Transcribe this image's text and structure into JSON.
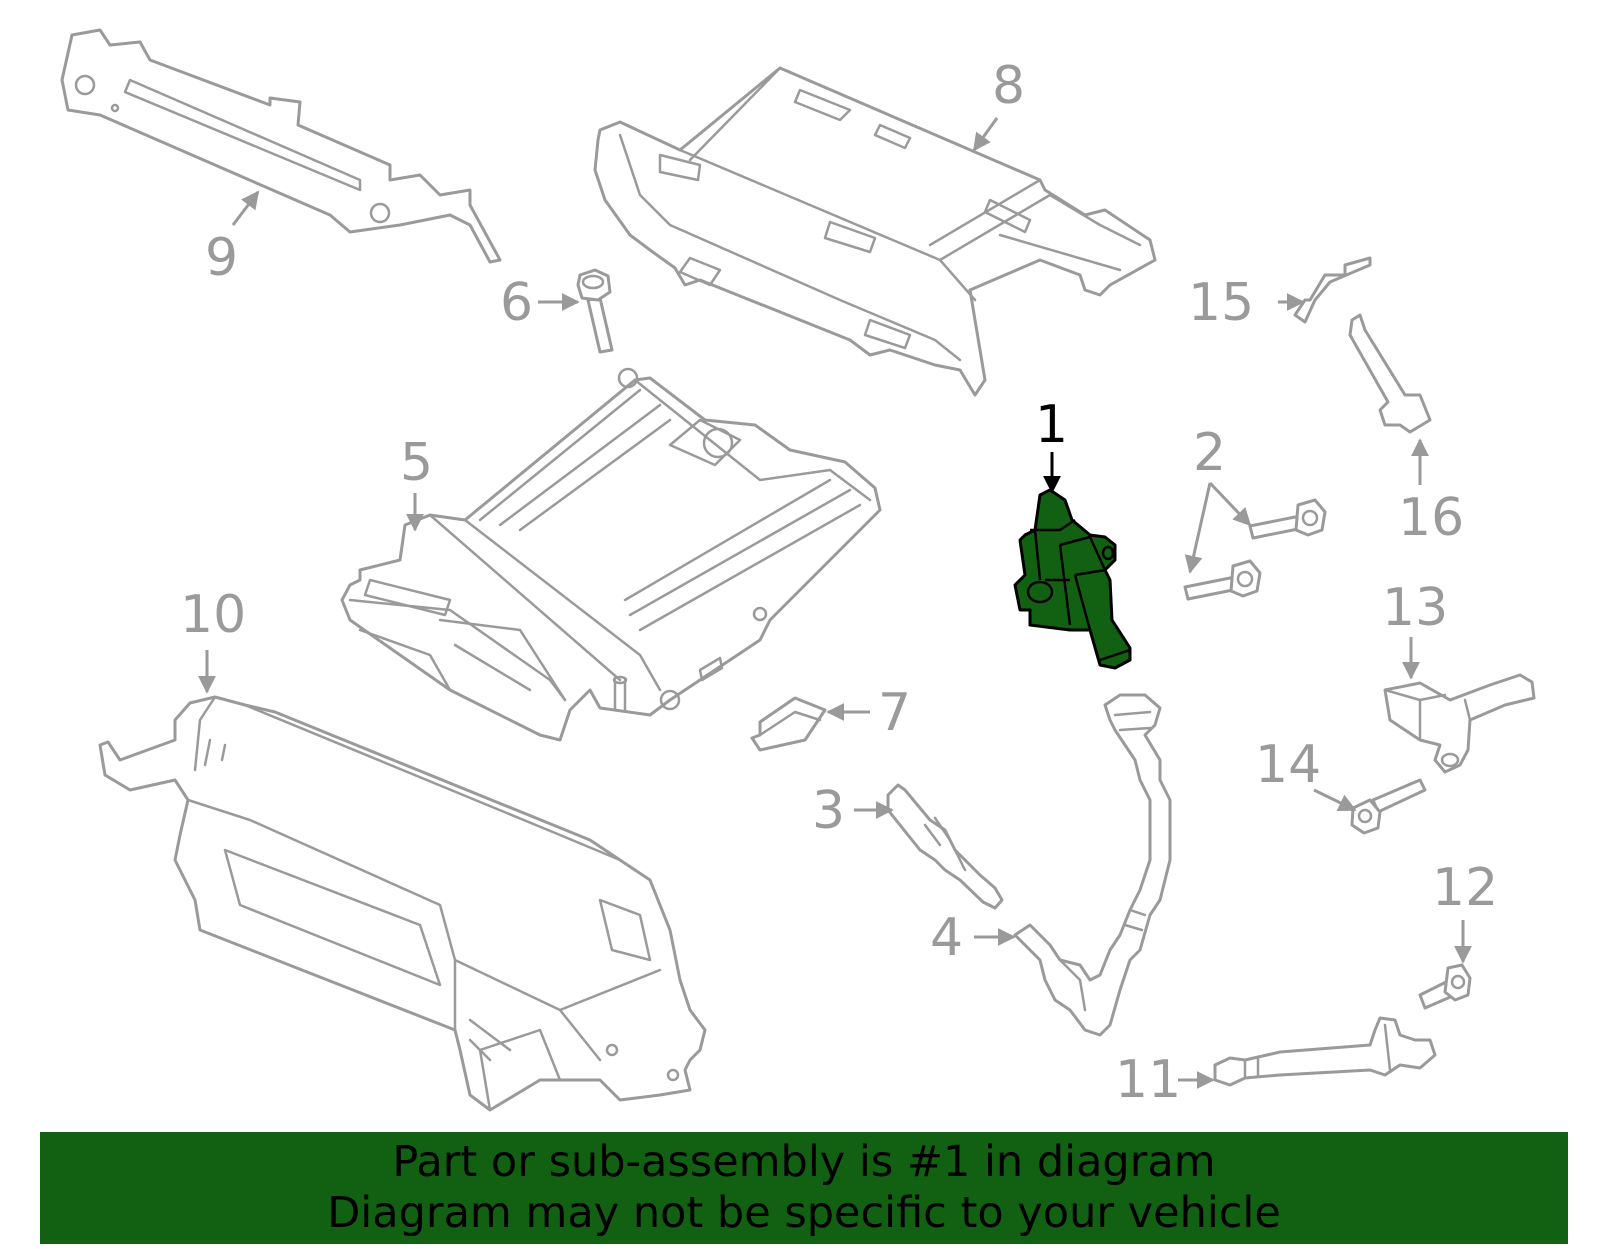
{
  "banner": {
    "line1": "Part or sub-assembly is #1 in diagram",
    "line2": "Diagram may not be specific to your vehicle"
  },
  "callouts": {
    "c1": "1",
    "c2": "2",
    "c3": "3",
    "c4": "4",
    "c5": "5",
    "c6": "6",
    "c7": "7",
    "c8": "8",
    "c9": "9",
    "c10": "10",
    "c11": "11",
    "c12": "12",
    "c13": "13",
    "c14": "14",
    "c15": "15",
    "c16": "16"
  },
  "colors": {
    "highlight": "#126012",
    "line": "#9a9a9a",
    "active_line": "#000000"
  }
}
